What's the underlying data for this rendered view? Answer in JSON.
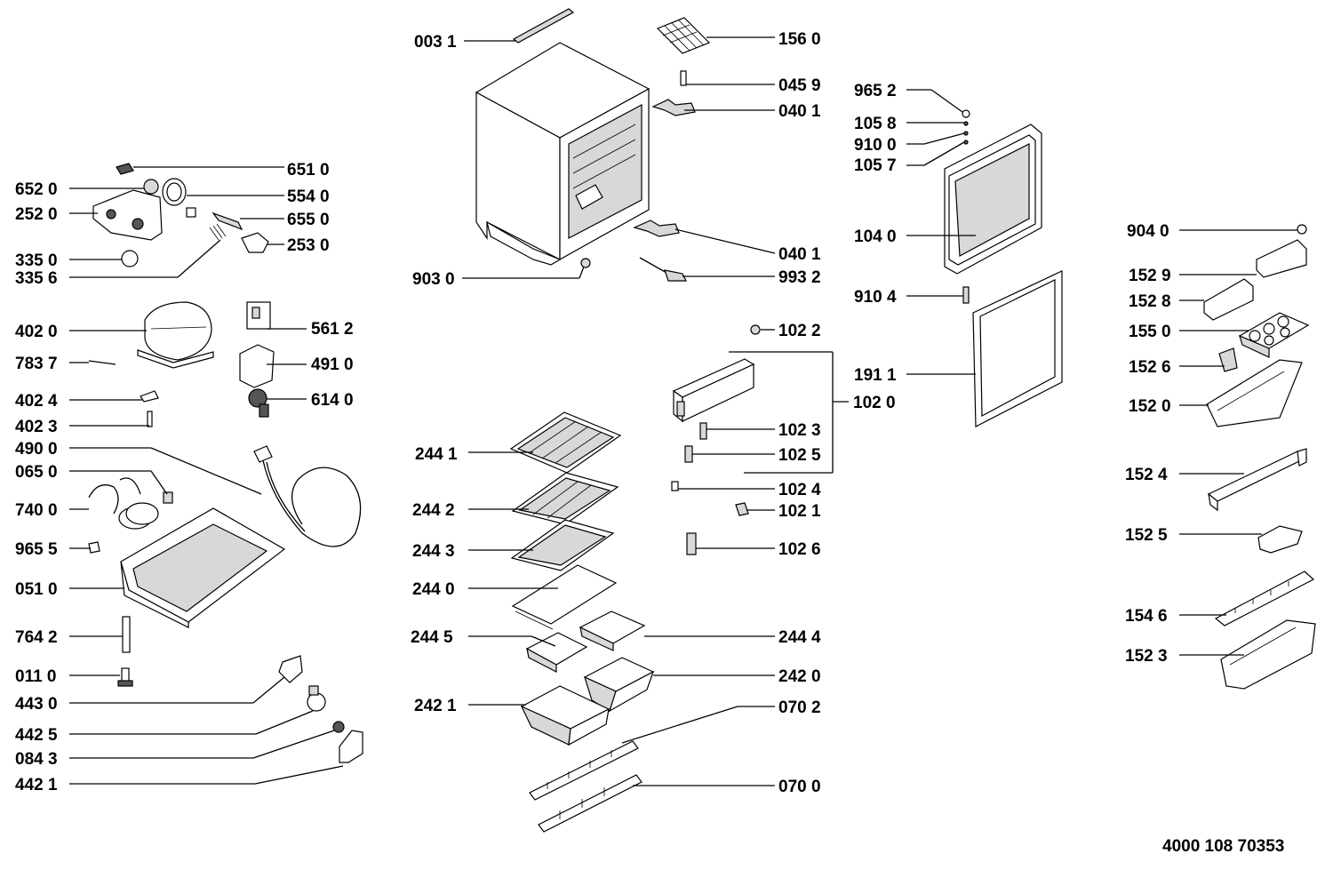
{
  "diagram": {
    "document_number": "4000 108 70353",
    "labels": [
      {
        "id": "003_1",
        "text": "003 1"
      },
      {
        "id": "156_0",
        "text": "156 0"
      },
      {
        "id": "045_9",
        "text": "045 9"
      },
      {
        "id": "040_1a",
        "text": "040 1"
      },
      {
        "id": "040_1b",
        "text": "040 1"
      },
      {
        "id": "993_2",
        "text": "993 2"
      },
      {
        "id": "903_0",
        "text": "903 0"
      },
      {
        "id": "651_0",
        "text": "651 0"
      },
      {
        "id": "652_0",
        "text": "652 0"
      },
      {
        "id": "554_0",
        "text": "554 0"
      },
      {
        "id": "252_0",
        "text": "252 0"
      },
      {
        "id": "655_0",
        "text": "655 0"
      },
      {
        "id": "253_0",
        "text": "253 0"
      },
      {
        "id": "335_0",
        "text": "335 0"
      },
      {
        "id": "335_6",
        "text": "335 6"
      },
      {
        "id": "561_2",
        "text": "561 2"
      },
      {
        "id": "402_0",
        "text": "402 0"
      },
      {
        "id": "491_0",
        "text": "491 0"
      },
      {
        "id": "783_7",
        "text": "783 7"
      },
      {
        "id": "614_0",
        "text": "614 0"
      },
      {
        "id": "402_4",
        "text": "402 4"
      },
      {
        "id": "402_3",
        "text": "402 3"
      },
      {
        "id": "490_0",
        "text": "490 0"
      },
      {
        "id": "065_0",
        "text": "065 0"
      },
      {
        "id": "740_0",
        "text": "740 0"
      },
      {
        "id": "965_5",
        "text": "965 5"
      },
      {
        "id": "051_0",
        "text": "051 0"
      },
      {
        "id": "764_2",
        "text": "764 2"
      },
      {
        "id": "011_0",
        "text": "011 0"
      },
      {
        "id": "443_0",
        "text": "443 0"
      },
      {
        "id": "442_5",
        "text": "442 5"
      },
      {
        "id": "084_3",
        "text": "084 3"
      },
      {
        "id": "442_1",
        "text": "442 1"
      },
      {
        "id": "965_2",
        "text": "965 2"
      },
      {
        "id": "105_8",
        "text": "105 8"
      },
      {
        "id": "910_0",
        "text": "910 0"
      },
      {
        "id": "105_7",
        "text": "105 7"
      },
      {
        "id": "104_0",
        "text": "104 0"
      },
      {
        "id": "910_4",
        "text": "910 4"
      },
      {
        "id": "191_1",
        "text": "191 1"
      },
      {
        "id": "102_2",
        "text": "102 2"
      },
      {
        "id": "102_0",
        "text": "102 0"
      },
      {
        "id": "102_3",
        "text": "102 3"
      },
      {
        "id": "102_5",
        "text": "102 5"
      },
      {
        "id": "102_4",
        "text": "102 4"
      },
      {
        "id": "102_1",
        "text": "102 1"
      },
      {
        "id": "102_6",
        "text": "102 6"
      },
      {
        "id": "244_1",
        "text": "244 1"
      },
      {
        "id": "244_2",
        "text": "244 2"
      },
      {
        "id": "244_3",
        "text": "244 3"
      },
      {
        "id": "244_0",
        "text": "244 0"
      },
      {
        "id": "244_5",
        "text": "244 5"
      },
      {
        "id": "244_4",
        "text": "244 4"
      },
      {
        "id": "242_0",
        "text": "242 0"
      },
      {
        "id": "242_1",
        "text": "242 1"
      },
      {
        "id": "070_2",
        "text": "070 2"
      },
      {
        "id": "070_0",
        "text": "070 0"
      },
      {
        "id": "904_0",
        "text": "904 0"
      },
      {
        "id": "152_9",
        "text": "152 9"
      },
      {
        "id": "152_8",
        "text": "152 8"
      },
      {
        "id": "155_0",
        "text": "155 0"
      },
      {
        "id": "152_6",
        "text": "152 6"
      },
      {
        "id": "152_0",
        "text": "152 0"
      },
      {
        "id": "152_4",
        "text": "152 4"
      },
      {
        "id": "152_5",
        "text": "152 5"
      },
      {
        "id": "154_6",
        "text": "154 6"
      },
      {
        "id": "152_3",
        "text": "152 3"
      }
    ]
  }
}
